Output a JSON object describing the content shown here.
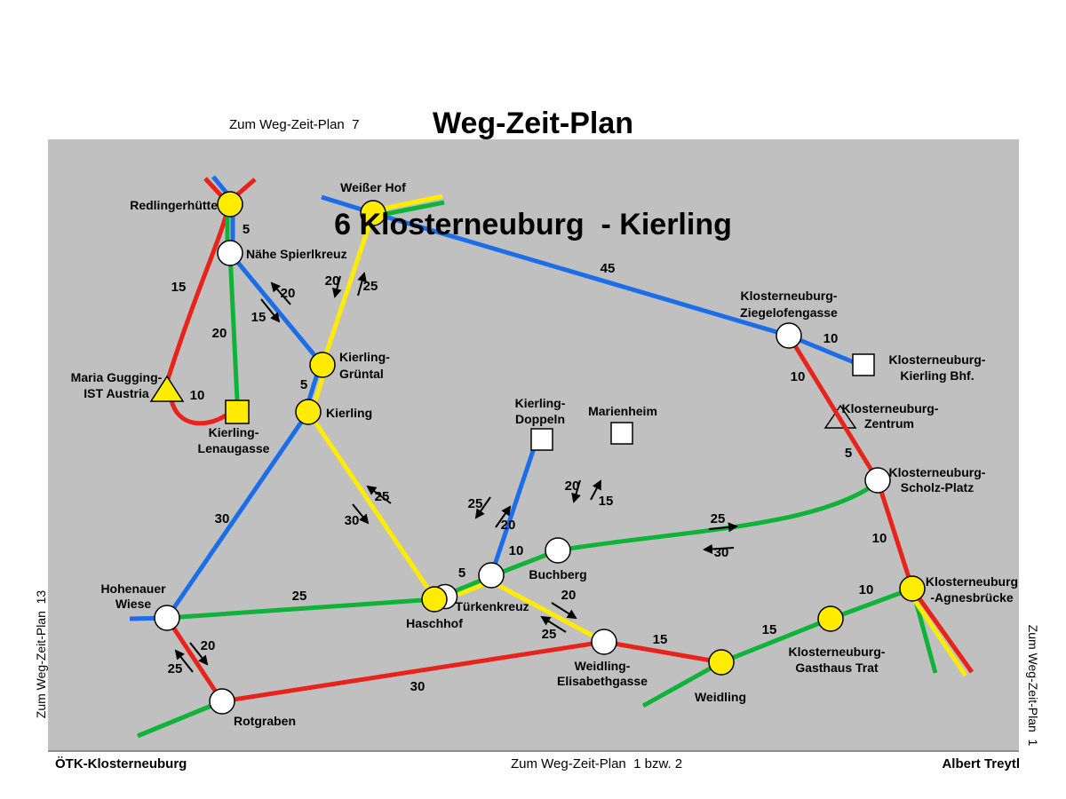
{
  "title": {
    "line1": "Weg-Zeit-Plan",
    "line2": "6 Klosterneuburg  - Kierling"
  },
  "refs": {
    "top": "Zum Weg-Zeit-Plan  7",
    "left": "Zum Weg-Zeit-Plan  13",
    "right": "Zum Weg-Zeit-Plan  1",
    "bottom": "Zum Weg-Zeit-Plan  1 bzw. 2"
  },
  "footer": {
    "left": "ÖTK-Klosterneuburg",
    "right": "Albert Treytl"
  },
  "legend_colors": {
    "red": "#e8231c",
    "blue": "#1c6ee8",
    "green": "#10b33a",
    "yellow": "#ffec00",
    "background": "#c0c0c0"
  },
  "nodes": {
    "redlingerhuette": "Redlingerhütte",
    "naehe_spierlkreuz": "Nähe Spierlkreuz",
    "weisser_hof": "Weißer Hof",
    "kierling_gruental_1": "Kierling-",
    "kierling_gruental_2": "Grüntal",
    "kierling": "Kierling",
    "maria_gugging_1": "Maria Gugging-",
    "maria_gugging_2": "IST Austria",
    "kierling_lenaugasse_1": "Kierling-",
    "kierling_lenaugasse_2": "Lenaugasse",
    "ziegelofengasse_1": "Klosterneuburg-",
    "ziegelofengasse_2": "Ziegelofengasse",
    "kierling_bhf_1": "Klosterneuburg-",
    "kierling_bhf_2": "Kierling Bhf.",
    "zentrum_1": "Klosterneuburg-",
    "zentrum_2": "Zentrum",
    "scholz_platz_1": "Klosterneuburg-",
    "scholz_platz_2": "Scholz-Platz",
    "agnesbruecke_1": "Klosterneuburg",
    "agnesbruecke_2": "-Agnesbrücke",
    "kierling_doppeln_1": "Kierling-",
    "kierling_doppeln_2": "Doppeln",
    "marienheim": "Marienheim",
    "buchberg": "Buchberg",
    "tuerkenkreuz": "Türkenkreuz",
    "haschhof": "Haschhof",
    "hohenauer_1": "Hohenauer",
    "hohenauer_2": "Wiese",
    "rotgraben": "Rotgraben",
    "elisabethgasse_1": "Weidling-",
    "elisabethgasse_2": "Elisabethgasse",
    "weidling": "Weidling",
    "gasthaus_trat_1": "Klosterneuburg-",
    "gasthaus_trat_2": "Gasthaus Trat"
  },
  "times": {
    "redling_spierl": "5",
    "redling_maria": "15",
    "spierl_lenau": "20",
    "maria_lenau": "10",
    "spierl_gruental_up": "20",
    "spierl_gruental_down": "15",
    "weisser_gruental_down": "20",
    "weisser_gruental_up": "25",
    "gruental_kierling": "5",
    "weisser_ziegel": "45",
    "ziegel_bhf": "10",
    "ziegel_zentrum": "10",
    "zentrum_scholz": "5",
    "scholz_agnes": "10",
    "trat_agnes": "10",
    "kierling_hohenauer": "30",
    "kierling_hasch_up": "25",
    "kierling_hasch_down": "30",
    "hohenauer_hasch": "25",
    "hasch_tuerken": "5",
    "tuerken_buch": "10",
    "tuerken_doppeln_down": "25",
    "tuerken_doppeln_up": "20",
    "marien_buch_down": "20",
    "marien_buch_up": "15",
    "buch_scholz_east": "25",
    "buch_scholz_west": "30",
    "tuerken_elis_down": "20",
    "tuerken_elis_up": "25",
    "hohen_rot_down": "20",
    "hohen_rot_up": "25",
    "rot_elis": "30",
    "elis_weid": "15",
    "weid_trat": "15"
  }
}
